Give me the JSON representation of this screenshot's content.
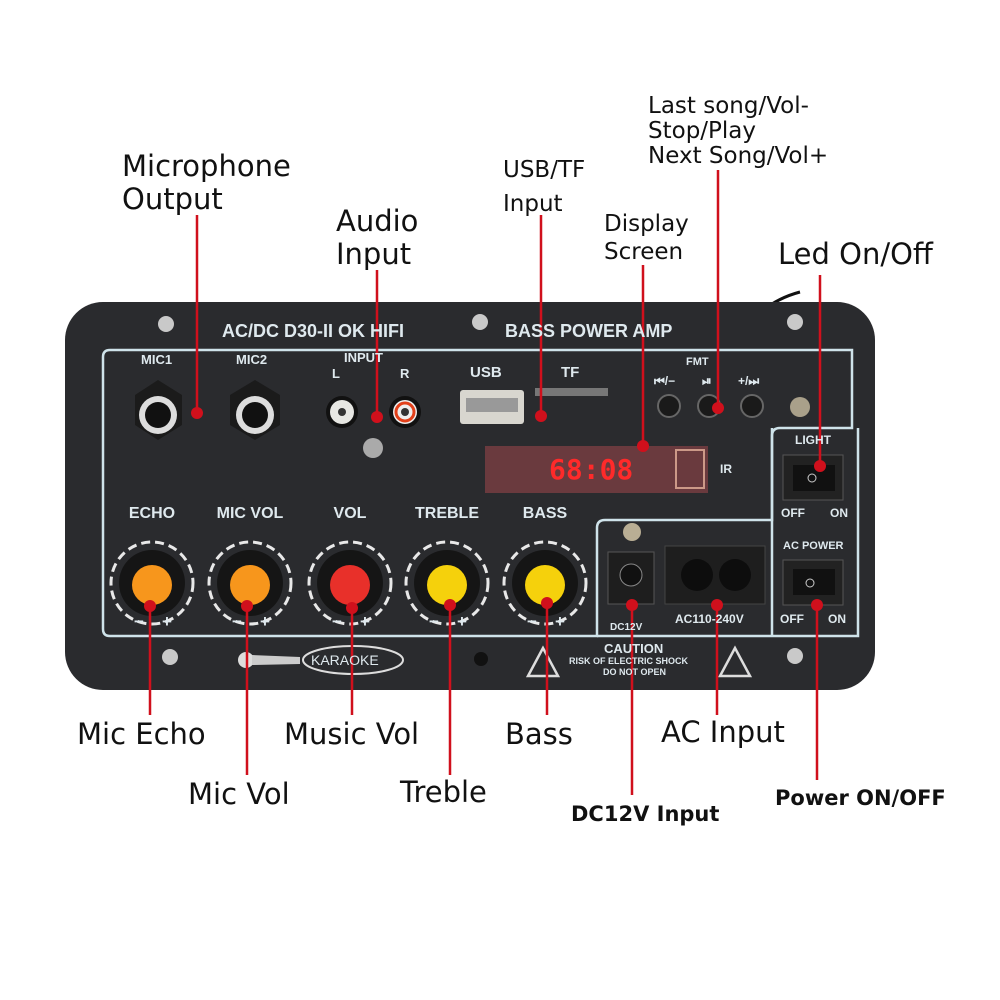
{
  "colors": {
    "panel": "#2a2b2e",
    "trim": "#cfe3ea",
    "callout_line": "#d0101c",
    "knob_orange": "#f7961c",
    "knob_red": "#e8302a",
    "knob_yellow": "#f5d10c",
    "display_bg": "#6a3a3e",
    "display_digits": "#ff2a2a"
  },
  "callouts": {
    "mic_output": "Microphone\nOutput",
    "audio_input": "Audio\nInput",
    "usb_tf": "USB/TF\nInput",
    "display": "Display\nScreen",
    "controls": "Last song/Vol-\nStop/Play\nNext Song/Vol+",
    "led": "Led On/Off",
    "mic_echo": "Mic Echo",
    "mic_vol": "Mic Vol",
    "music_vol": "Music Vol",
    "treble": "Treble",
    "bass": "Bass",
    "dc_input": "DC12V Input",
    "ac_input": "AC Input",
    "power": "Power ON/OFF"
  },
  "panel": {
    "title_left": "AC/DC  D30-II  OK  HIFI",
    "title_right": "BASS  POWER  AMP",
    "mic1": "MIC1",
    "mic2": "MIC2",
    "input": "INPUT",
    "l": "L",
    "r": "R",
    "usb": "USB",
    "tf": "TF",
    "fmt": "FMT",
    "prev": "⏮/−",
    "play": "⏯",
    "next": "+/⏭",
    "display_digits": "68:08",
    "ir": "IR",
    "light": "LIGHT",
    "off": "OFF",
    "on": "ON",
    "ac_power": "AC POWER",
    "knobs": [
      "ECHO",
      "MIC VOL",
      "VOL",
      "TREBLE",
      "BASS"
    ],
    "minus": "−",
    "plus": "+",
    "karaoke": "KARAOKE",
    "dc12v": "DC12V",
    "ac_range": "AC110-240V",
    "caution": "CAUTION",
    "caution_line1": "RISK OF ELECTRIC SHOCK",
    "caution_line2": "DO NOT OPEN"
  }
}
